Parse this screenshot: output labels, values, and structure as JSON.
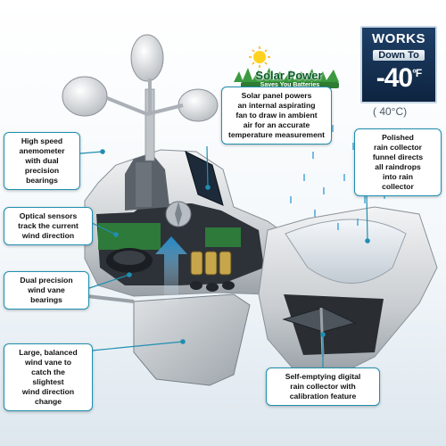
{
  "badge": {
    "works": "WORKS",
    "down_to": "Down To",
    "temp_value": "-40",
    "temp_unit": "°F",
    "celsius": "( 40°C)"
  },
  "solar": {
    "title": "Solar Power",
    "subtitle": "Saves You Batteries"
  },
  "callouts": {
    "solar_panel": "Solar panel powers\nan internal aspirating\nfan to draw in ambient\nair for an accurate\ntemperature measurement",
    "anemometer": "High speed\nanemometer\nwith dual\nprecision\nbearings",
    "rain_funnel": "Polished\nrain collector\nfunnel directs\nall raindrops\ninto rain\ncollector",
    "optical_sensors": "Optical sensors\ntrack the current\nwind direction",
    "vane_bearings": "Dual precision\nwind vane\nbearings",
    "wind_vane": "Large, balanced\nwind vane to\ncatch the\nslightest\nwind direction\nchange",
    "rain_collector": "Self-emptying digital\nrain collector with\ncalibration feature"
  },
  "colors": {
    "callout_border": "#1f8fb0",
    "badge_bg": "#14304f",
    "solar_green": "#2e7d32",
    "sun_yellow": "#ffd21f",
    "housing_gray": "#c8ccd0",
    "rain_blue": "#4aa8d8"
  }
}
